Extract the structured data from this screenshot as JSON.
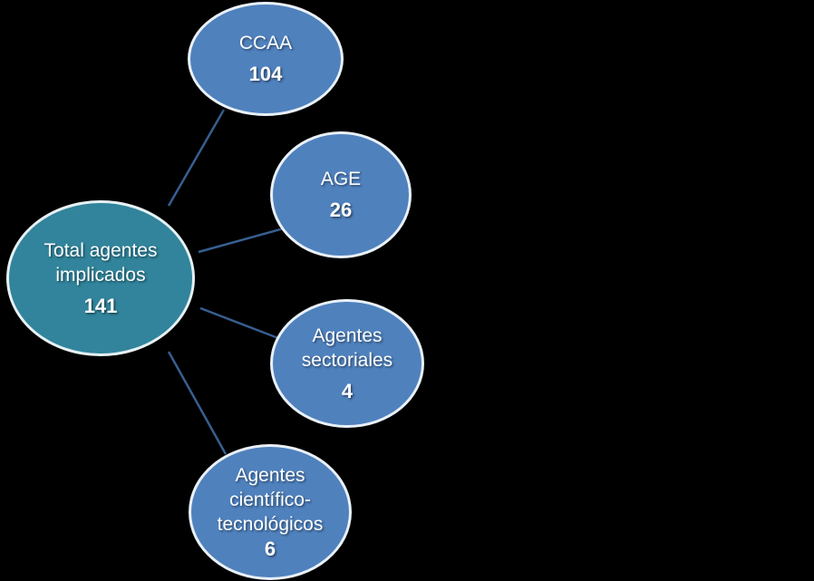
{
  "diagram": {
    "title": "Agentes implicados (radial diagram)",
    "background_color": "#000000",
    "connector_color": "#365F91",
    "text_color": "#FFFFFF",
    "node_border_color": "#FFFFFF",
    "center_fill_color": "#31849B",
    "leaf_fill_color": "#4F81BD",
    "nodes": [
      {
        "id": "total",
        "label": "Total agentes implicados",
        "value": "141",
        "fill": "#31849B",
        "role": "center"
      },
      {
        "id": "ccaa",
        "label": "CCAA",
        "value": "104",
        "fill": "#4F81BD",
        "role": "leaf"
      },
      {
        "id": "age",
        "label": "AGE",
        "value": "26",
        "fill": "#4F81BD",
        "role": "leaf"
      },
      {
        "id": "sectoriales",
        "label": "Agentes sectoriales",
        "value": "4",
        "fill": "#4F81BD",
        "role": "leaf"
      },
      {
        "id": "cientifico",
        "label": "Agentes científico-tecnológicos",
        "value": "6",
        "fill": "#4F81BD",
        "role": "leaf"
      }
    ],
    "connections": [
      {
        "from": "total",
        "to": "ccaa"
      },
      {
        "from": "total",
        "to": "age"
      },
      {
        "from": "total",
        "to": "sectoriales"
      },
      {
        "from": "total",
        "to": "cientifico"
      }
    ]
  }
}
